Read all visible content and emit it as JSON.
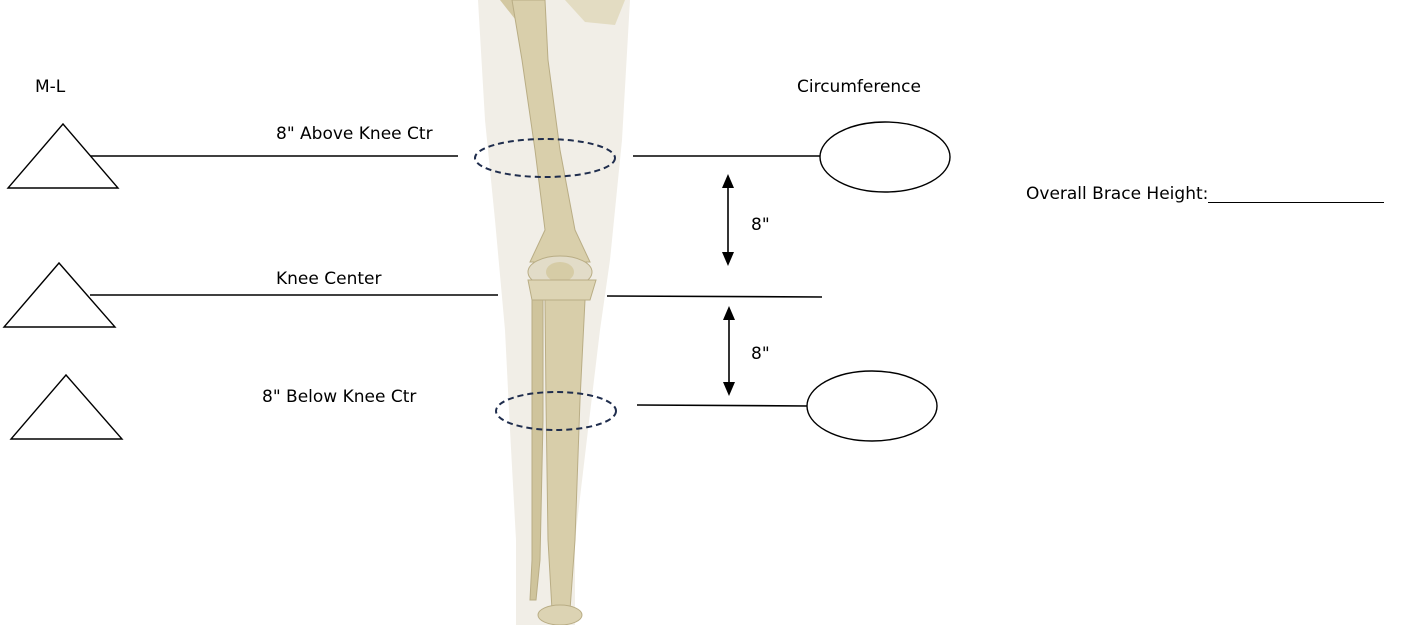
{
  "headings": {
    "ml": "M-L",
    "circumference": "Circumference"
  },
  "levels": {
    "above": "8\" Above Knee Ctr",
    "center": "Knee Center",
    "below": "8\" Below Knee Ctr"
  },
  "distances": {
    "upper": "8\"",
    "lower": "8\""
  },
  "overall_height": {
    "label": "Overall Brace Height:",
    "value": ""
  },
  "colors": {
    "line": "#000000",
    "dashed_ellipse": "#1f2d4d",
    "bone": "#d8ceaa",
    "bone_shadow": "#b7aa80",
    "limb_shadow": "#ece8dc"
  }
}
